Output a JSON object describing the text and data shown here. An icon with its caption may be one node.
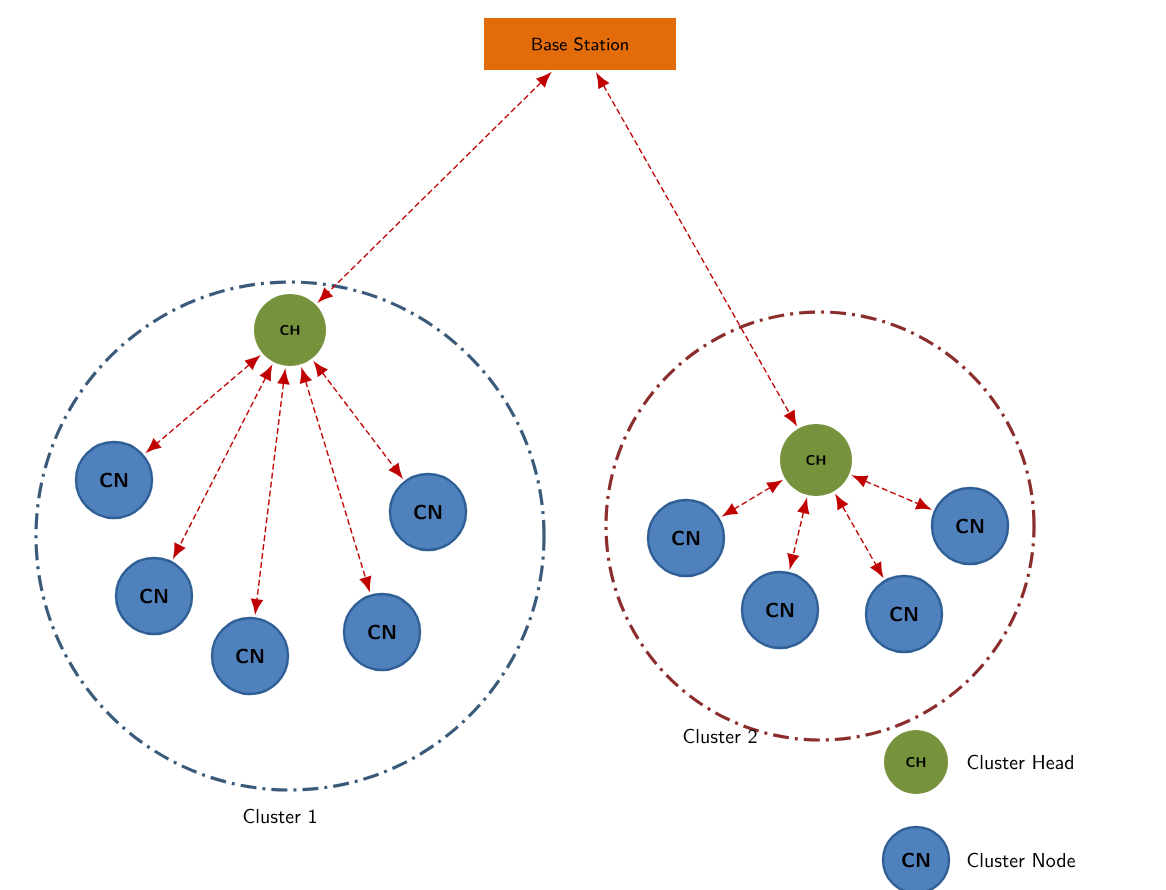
{
  "diagram": {
    "nodes": [
      {
        "text": [
          "Base Station"
        ]
      },
      {
        "text": [
          "Cluster 1"
        ]
      },
      {
        "text": [
          "CH"
        ],
        "in": 1
      },
      {
        "text": [
          "CN"
        ],
        "in": 1
      },
      {
        "text": [
          "CN"
        ],
        "in": 1
      },
      {
        "text": [
          "CN"
        ],
        "in": 1
      },
      {
        "text": [
          "CN"
        ],
        "in": 1
      },
      {
        "text": [
          "CN"
        ],
        "in": 1
      },
      {
        "text": [
          "Cluster 2"
        ]
      },
      {
        "text": [
          "CH"
        ],
        "in": 8
      },
      {
        "text": [
          "CN"
        ],
        "in": 8
      },
      {
        "text": [
          "CN"
        ],
        "in": 8
      },
      {
        "text": [
          "CN"
        ],
        "in": 8
      },
      {
        "text": [
          "CN"
        ],
        "in": 8
      }
    ],
    "edges": [
      {
        "from": 0,
        "to": 2,
        "arrow": "both"
      },
      {
        "from": 0,
        "to": 9,
        "arrow": "both"
      },
      {
        "from": 2,
        "to": 3,
        "arrow": "both"
      },
      {
        "from": 2,
        "to": 4,
        "arrow": "both"
      },
      {
        "from": 2,
        "to": 5,
        "arrow": "both"
      },
      {
        "from": 2,
        "to": 6,
        "arrow": "both"
      },
      {
        "from": 2,
        "to": 7,
        "arrow": "both"
      },
      {
        "from": 9,
        "to": 10,
        "arrow": "both"
      },
      {
        "from": 9,
        "to": 11,
        "arrow": "both"
      },
      {
        "from": 9,
        "to": 12,
        "arrow": "both"
      },
      {
        "from": 9,
        "to": 13,
        "arrow": "both"
      }
    ],
    "labels": [
      "CH",
      "CN"
    ],
    "legend": [
      {
        "text": "Cluster Head"
      },
      {
        "text": "Cluster Node"
      }
    ]
  }
}
